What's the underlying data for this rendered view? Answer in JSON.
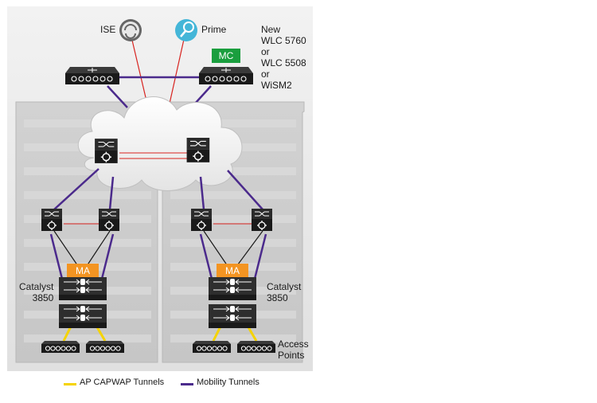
{
  "top": {
    "ise_label": "ISE",
    "prime_label": "Prime",
    "wlc_label_lines": [
      "New",
      "WLC 5760",
      "or",
      "WLC 5508",
      "or",
      "WiSM2"
    ]
  },
  "badges": {
    "mc": "MC",
    "ma_left": "MA",
    "ma_right": "MA"
  },
  "labels": {
    "catalyst_left": [
      "Catalyst",
      "3850"
    ],
    "catalyst_right": [
      "Catalyst",
      "3850"
    ],
    "access_points": [
      "Access",
      "Points"
    ]
  },
  "legend": {
    "capwap_label": "AP CAPWAP Tunnels",
    "mobility_label": "Mobility Tunnels"
  },
  "colors": {
    "capwap": "#f5d300",
    "mobility": "#4b2a8c",
    "control": "#d8231f",
    "mc_badge": "#1a9e3e",
    "ma_badge": "#f39422"
  }
}
